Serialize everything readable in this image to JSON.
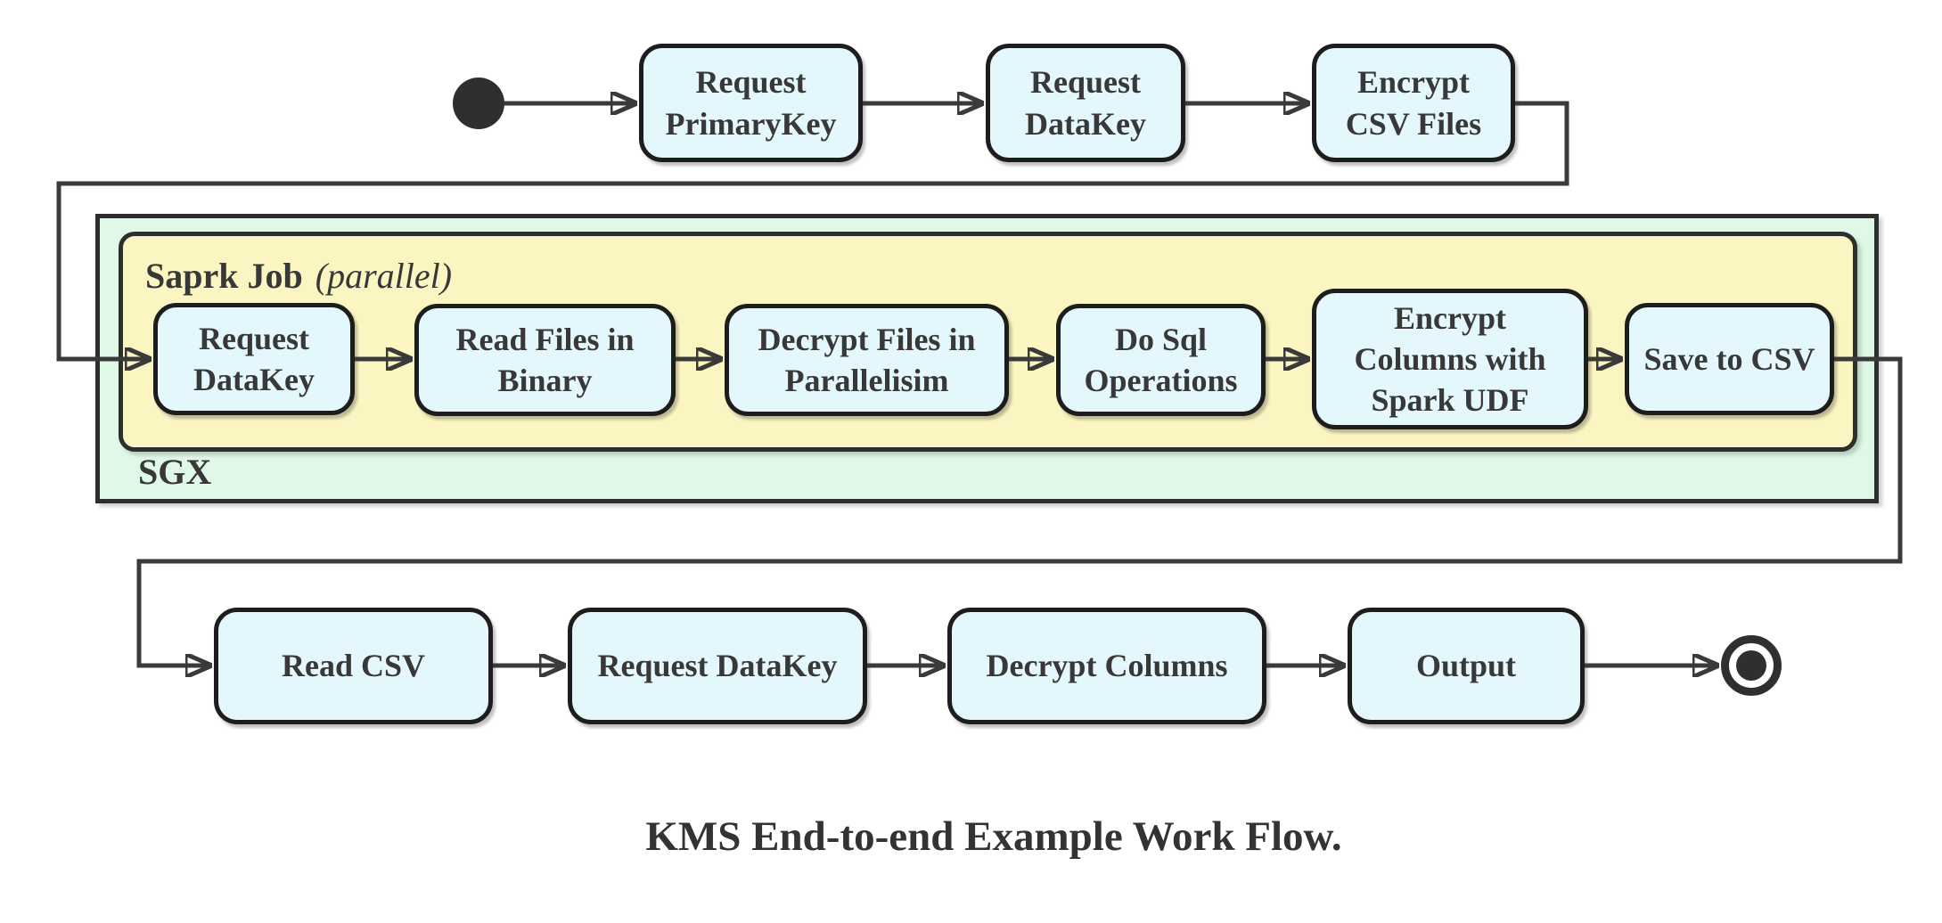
{
  "caption": "KMS End-to-end Example Work Flow.",
  "containers": {
    "sgx": {
      "label": "SGX"
    },
    "spark": {
      "label": "Saprk Job",
      "mode": "(parallel)"
    }
  },
  "nodes": {
    "top": [
      "Request\nPrimaryKey",
      "Request\nDataKey",
      "Encrypt\nCSV Files"
    ],
    "spark": [
      "Request\nDataKey",
      "Read Files in\nBinary",
      "Decrypt Files in\nParallelisim",
      "Do Sql\nOperations",
      "Encrypt\nColumns with\nSpark UDF",
      "Save to CSV"
    ],
    "bottom": [
      "Read CSV",
      "Request DataKey",
      "Decrypt Columns",
      "Output"
    ]
  },
  "colors": {
    "node_fill": "#e3f7fc",
    "node_border": "#1d1d1d",
    "sgx_fill": "#e0f8e6",
    "spark_fill": "#fbf5c2",
    "line": "#3a3a3a",
    "text": "#383838"
  }
}
